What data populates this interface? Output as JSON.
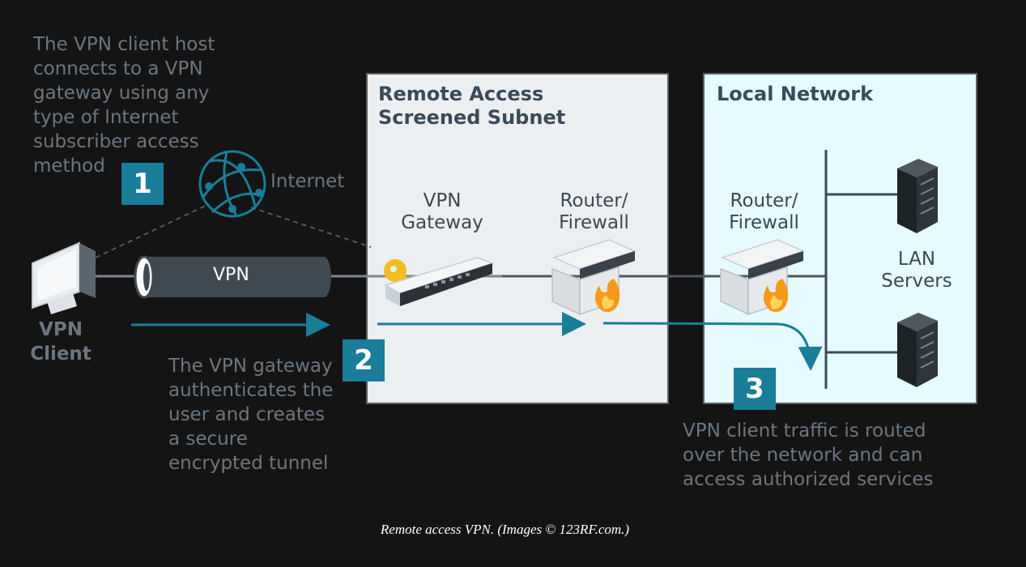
{
  "notes": {
    "step1": "The VPN client host\nconnects to a VPN\ngateway using any\ntype of Internet\nsubscriber access\nmethod",
    "step2": "The VPN gateway\nauthenticates the\nuser and creates\na secure\nencrypted tunnel",
    "step3": "VPN client traffic is routed\nover the network and can\naccess authorized services"
  },
  "badges": {
    "step1": "1",
    "step2": "2",
    "step3": "3"
  },
  "zones": {
    "screened_subnet": "Remote Access\nScreened Subnet",
    "local_network": "Local Network"
  },
  "labels": {
    "internet": "Internet",
    "vpn_tunnel": "VPN",
    "vpn_client": "VPN\nClient",
    "vpn_gateway": "VPN\nGateway",
    "router_firewall_1": "Router/\nFirewall",
    "router_firewall_2": "Router/\nFirewall",
    "lan_servers": "LAN\nServers"
  },
  "caption": "Remote access VPN. (Images © 123RF.com.)",
  "colors": {
    "background": "#141414",
    "accent": "#1a7d99",
    "screened_subnet_fill": "#eceff2",
    "local_network_fill": "#e6fbff",
    "note_text": "#6b7680"
  },
  "icons": [
    "globe-icon",
    "computer-icon",
    "key-icon",
    "switch-icon",
    "firewall-icon",
    "server-rack-icon"
  ]
}
